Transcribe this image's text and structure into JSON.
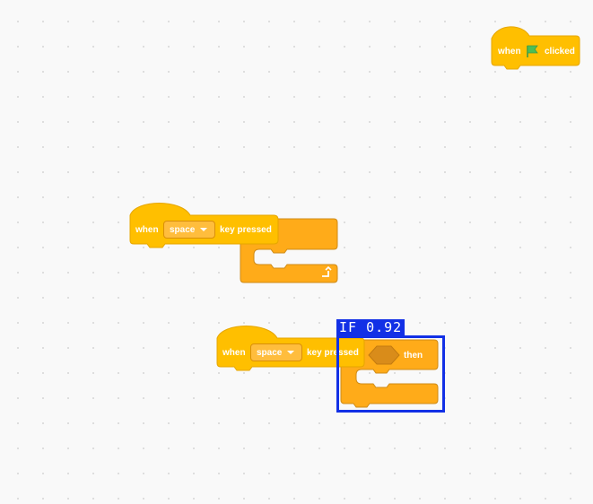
{
  "workspace": {
    "green_flag_block": {
      "when": "when",
      "clicked": "clicked",
      "icon": "green-flag-icon"
    },
    "key_block_1": {
      "when": "when",
      "key": "space",
      "key_pressed": "key pressed",
      "loop_icon": "repeat-arrow-icon"
    },
    "key_block_2": {
      "when": "when",
      "key": "space",
      "key_pressed": "key pressed",
      "then": "then"
    }
  },
  "detection": {
    "label": "IF 0.92",
    "color": "#1230e6"
  },
  "colors": {
    "event": "#ffbf00",
    "event_border": "#e6a600",
    "control": "#ffab19",
    "control_border": "#cf8b17",
    "empty_condition": "#d98c1a",
    "flag": "#4cbf56"
  }
}
